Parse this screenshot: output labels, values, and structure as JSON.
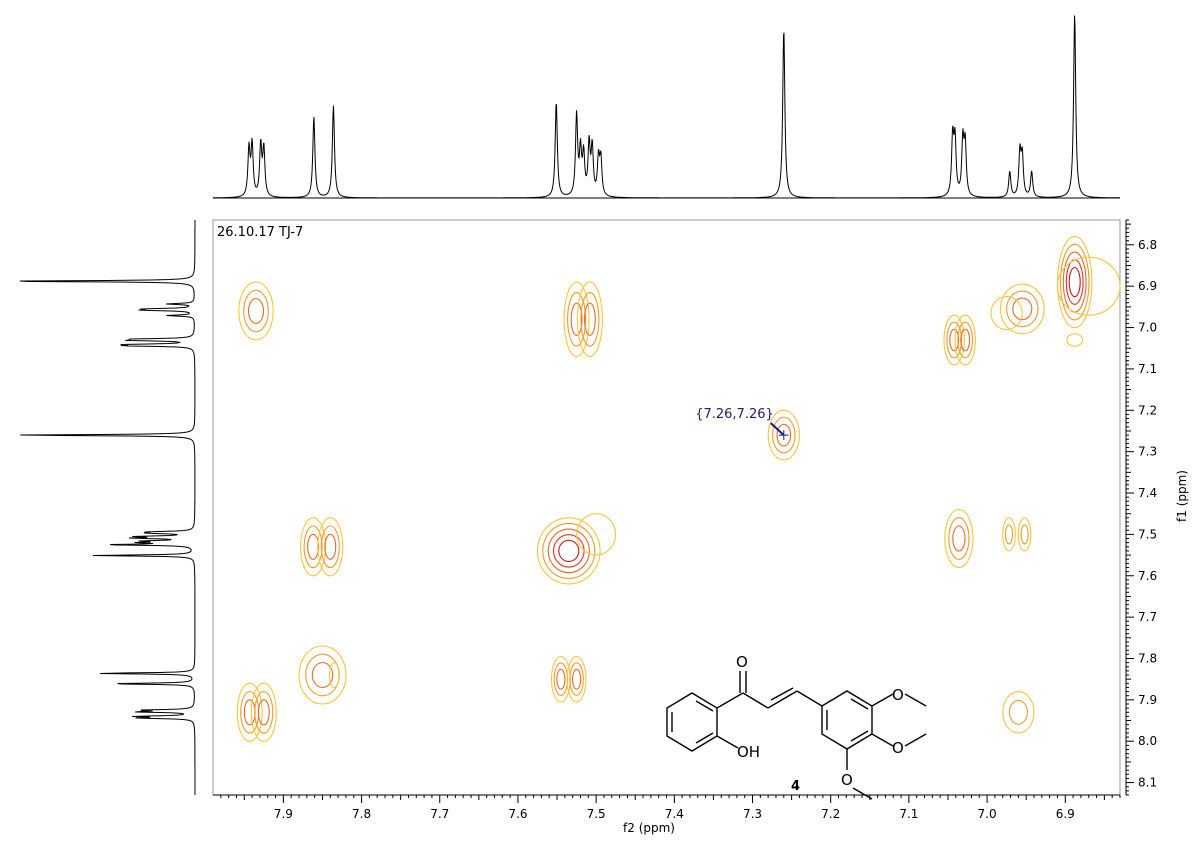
{
  "chart_data": {
    "type": "contour",
    "sample_label": "26.10.17 TJ-7",
    "xlabel": "f2 (ppm)",
    "ylabel": "f1 (ppm)",
    "xlim": [
      7.99,
      6.83
    ],
    "ylim": [
      6.74,
      8.13
    ],
    "x_ticks": [
      "7.9",
      "7.8",
      "7.7",
      "7.6",
      "7.5",
      "7.4",
      "7.3",
      "7.2",
      "7.1",
      "7.0",
      "6.9"
    ],
    "y_ticks": [
      "6.8",
      "6.9",
      "7.0",
      "7.1",
      "7.2",
      "7.3",
      "7.4",
      "7.5",
      "7.6",
      "7.7",
      "7.8",
      "7.9",
      "8.0",
      "8.1"
    ],
    "crosshair": {
      "x": 7.26,
      "y": 7.26,
      "label": "{7.26,7.26}"
    },
    "proton_peaks": [
      {
        "ppm": 7.944,
        "height": 0.13
      },
      {
        "ppm": 7.94,
        "height": 0.14
      },
      {
        "ppm": 7.929,
        "height": 0.14
      },
      {
        "ppm": 7.925,
        "height": 0.13
      },
      {
        "ppm": 7.861,
        "height": 0.22
      },
      {
        "ppm": 7.836,
        "height": 0.25
      },
      {
        "ppm": 7.551,
        "height": 0.26
      },
      {
        "ppm": 7.525,
        "height": 0.22
      },
      {
        "ppm": 7.52,
        "height": 0.12
      },
      {
        "ppm": 7.516,
        "height": 0.11
      },
      {
        "ppm": 7.509,
        "height": 0.14
      },
      {
        "ppm": 7.505,
        "height": 0.13
      },
      {
        "ppm": 7.497,
        "height": 0.1
      },
      {
        "ppm": 7.494,
        "height": 0.1
      },
      {
        "ppm": 7.26,
        "height": 0.46
      },
      {
        "ppm": 7.044,
        "height": 0.16
      },
      {
        "ppm": 7.041,
        "height": 0.15
      },
      {
        "ppm": 7.031,
        "height": 0.15
      },
      {
        "ppm": 7.028,
        "height": 0.14
      },
      {
        "ppm": 6.971,
        "height": 0.07
      },
      {
        "ppm": 6.958,
        "height": 0.12
      },
      {
        "ppm": 6.955,
        "height": 0.11
      },
      {
        "ppm": 6.943,
        "height": 0.07
      },
      {
        "ppm": 6.888,
        "height": 0.5
      }
    ],
    "cross_peaks": [
      {
        "x": 7.935,
        "y": 6.96,
        "rx": 0.022,
        "ry": 0.07,
        "levels": 3
      },
      {
        "x": 7.525,
        "y": 6.98,
        "rx": 0.016,
        "ry": 0.09,
        "levels": 3
      },
      {
        "x": 7.508,
        "y": 6.98,
        "rx": 0.016,
        "ry": 0.09,
        "levels": 3
      },
      {
        "x": 7.26,
        "y": 7.26,
        "rx": 0.02,
        "ry": 0.06,
        "levels": 3
      },
      {
        "x": 7.042,
        "y": 7.03,
        "rx": 0.013,
        "ry": 0.06,
        "levels": 3
      },
      {
        "x": 7.028,
        "y": 7.03,
        "rx": 0.013,
        "ry": 0.06,
        "levels": 3
      },
      {
        "x": 6.955,
        "y": 6.955,
        "rx": 0.028,
        "ry": 0.06,
        "levels": 3
      },
      {
        "x": 6.975,
        "y": 6.965,
        "rx": 0.02,
        "ry": 0.04,
        "levels": 1
      },
      {
        "x": 6.888,
        "y": 6.89,
        "rx": 0.022,
        "ry": 0.11,
        "levels": 5
      },
      {
        "x": 6.888,
        "y": 7.03,
        "rx": 0.01,
        "ry": 0.015,
        "levels": 1
      },
      {
        "x": 6.87,
        "y": 6.9,
        "rx": 0.04,
        "ry": 0.07,
        "levels": 1
      },
      {
        "x": 7.862,
        "y": 7.53,
        "rx": 0.016,
        "ry": 0.07,
        "levels": 3
      },
      {
        "x": 7.84,
        "y": 7.53,
        "rx": 0.016,
        "ry": 0.07,
        "levels": 3
      },
      {
        "x": 7.535,
        "y": 7.54,
        "rx": 0.04,
        "ry": 0.08,
        "levels": 5
      },
      {
        "x": 7.5,
        "y": 7.5,
        "rx": 0.025,
        "ry": 0.05,
        "levels": 1
      },
      {
        "x": 7.036,
        "y": 7.51,
        "rx": 0.018,
        "ry": 0.07,
        "levels": 3
      },
      {
        "x": 6.972,
        "y": 7.5,
        "rx": 0.008,
        "ry": 0.04,
        "levels": 2
      },
      {
        "x": 6.952,
        "y": 7.5,
        "rx": 0.008,
        "ry": 0.04,
        "levels": 2
      },
      {
        "x": 7.85,
        "y": 7.84,
        "rx": 0.03,
        "ry": 0.07,
        "levels": 3
      },
      {
        "x": 7.835,
        "y": 7.84,
        "rx": 0.006,
        "ry": 0.03,
        "levels": 1
      },
      {
        "x": 7.545,
        "y": 7.85,
        "rx": 0.012,
        "ry": 0.055,
        "levels": 3
      },
      {
        "x": 7.525,
        "y": 7.85,
        "rx": 0.012,
        "ry": 0.055,
        "levels": 3
      },
      {
        "x": 7.943,
        "y": 7.93,
        "rx": 0.016,
        "ry": 0.07,
        "levels": 3
      },
      {
        "x": 7.925,
        "y": 7.93,
        "rx": 0.016,
        "ry": 0.07,
        "levels": 3
      },
      {
        "x": 6.96,
        "y": 7.93,
        "rx": 0.02,
        "ry": 0.05,
        "levels": 2
      }
    ],
    "contour_colors": [
      "#fcc33a",
      "#f29a2b",
      "#ec6a23",
      "#df3520",
      "#cc1717"
    ]
  },
  "structure": {
    "compound_number": "4",
    "labels": {
      "carbonyl": "O",
      "hydroxyl": "OH",
      "methoxy_top": "O",
      "methoxy_mid": "O",
      "methoxy_bottom": "O"
    }
  }
}
